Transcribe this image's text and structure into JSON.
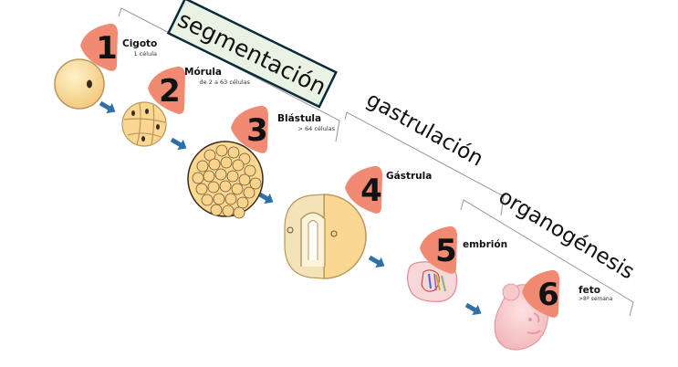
{
  "stages": [
    {
      "number": "1",
      "name": "Cigoto",
      "detail": "1 célula"
    },
    {
      "number": "2",
      "name": "Mórula",
      "detail": "de 2 a 63 células"
    },
    {
      "number": "3",
      "name": "Blástula",
      "detail": "> 64 células"
    },
    {
      "number": "4",
      "name": "Gástrula",
      "detail": ""
    },
    {
      "number": "5",
      "name": "embrión",
      "detail": ""
    },
    {
      "number": "6",
      "name": "feto",
      "detail": ">8ª semana"
    }
  ],
  "phases": {
    "segmentation": "segmentación",
    "gastrulation": "gastrulación",
    "organogenesis": "organogénesis"
  },
  "colors": {
    "badge": "#f08a72",
    "arrow": "#2d6fa6",
    "cell_fill": "#fbd891",
    "cell_outline": "#b9975c",
    "embryo_pink": "#f5c7c9",
    "phase_box_fill": "#eaf3e3",
    "phase_box_border": "#0c2a3a"
  }
}
